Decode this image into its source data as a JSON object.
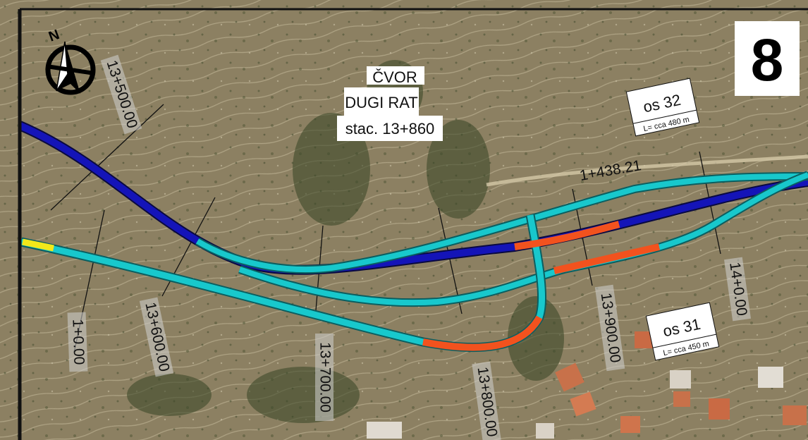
{
  "colors": {
    "terrain": "#8c8062",
    "frame": "#111111",
    "road_main": "#1414b8",
    "road_ramp": "#18c8cc",
    "road_bridge": "#f2521e",
    "road_marker": "#f2e81a",
    "label_bg": "#ffffff",
    "chainage_bg": "#cfcfcf"
  },
  "north_arrow": {
    "icon": "compass-north-arrow-icon",
    "letter": "N"
  },
  "sheet_number": "8",
  "node_title": {
    "line1": "ČVOR",
    "line2": "DUGI RAT",
    "line3": "stac. 13+860"
  },
  "axis_32": {
    "name": "os 32",
    "length": "L= cca 480 m"
  },
  "axis_31": {
    "name": "os 31",
    "length": "L= cca 450 m"
  },
  "chainages": {
    "ch_13_500": "13+500.00",
    "ch_1_000": "1+0.00",
    "ch_13_600": "13+600.00",
    "ch_13_700": "13+700.00",
    "ch_13_800": "13+800.00",
    "ch_13_900": "13+900.00",
    "ch_14_000": "14+0.00",
    "ch_1_438": "1+438.21"
  }
}
